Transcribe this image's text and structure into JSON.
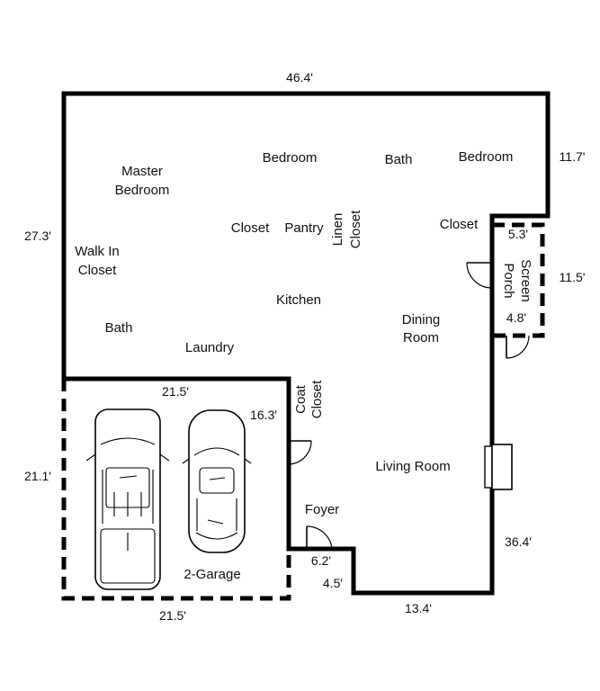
{
  "rooms": {
    "master_bedroom_1": "Master",
    "master_bedroom_2": "Bedroom",
    "bedroom_center": "Bedroom",
    "bath_top": "Bath",
    "bedroom_right": "Bedroom",
    "closet_center": "Closet",
    "pantry": "Pantry",
    "linen_closet_1": "Linen",
    "linen_closet_2": "Closet",
    "closet_right": "Closet",
    "walk_in_closet_1": "Walk In",
    "walk_in_closet_2": "Closet",
    "kitchen": "Kitchen",
    "dining_room_1": "Dining",
    "dining_room_2": "Room",
    "bath_left": "Bath",
    "laundry": "Laundry",
    "screen_porch_1": "Screen",
    "screen_porch_2": "Porch",
    "coat_closet_1": "Coat",
    "coat_closet_2": "Closet",
    "living_room": "Living Room",
    "foyer": "Foyer",
    "garage": "2-Garage"
  },
  "dimensions": {
    "top_width": "46.4'",
    "left_height": "27.3'",
    "right_upper": "11.7'",
    "porch_width": "5.3'",
    "porch_height": "11.5'",
    "porch_inner": "4.8'",
    "garage_top": "21.5'",
    "garage_right": "16.3'",
    "garage_left": "21.1'",
    "garage_bottom": "21.5'",
    "right_lower": "36.4'",
    "foyer_width": "6.2'",
    "foyer_depth": "4.5'",
    "bottom_width": "13.4'"
  }
}
